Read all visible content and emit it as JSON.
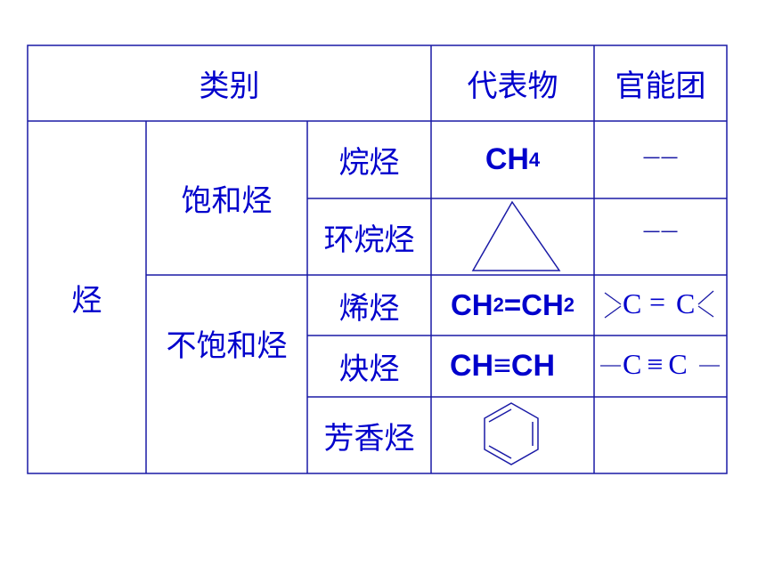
{
  "header": {
    "category": "类别",
    "representative": "代表物",
    "functional_group": "官能团"
  },
  "rows": {
    "hydrocarbon": "烃",
    "saturated": "饱和烃",
    "unsaturated": "不饱和烃",
    "alkane": {
      "name": "烷烃",
      "formula_main": "CH",
      "formula_sub": "4",
      "group": "——"
    },
    "cycloalkane": {
      "name": "环烷烃",
      "group": "——"
    },
    "alkene": {
      "name": "烯烃",
      "formula": [
        "CH",
        "2",
        "=CH",
        "2"
      ],
      "group_left": "C",
      "group_bond": "=",
      "group_right": "C"
    },
    "alkyne": {
      "name": "炔烃",
      "formula": "CH≡CH",
      "group": "C≡C"
    },
    "aromatic": {
      "name": "芳香烃",
      "group": ""
    }
  },
  "colors": {
    "line": "#1a1aa6",
    "text": "#0000cc"
  }
}
